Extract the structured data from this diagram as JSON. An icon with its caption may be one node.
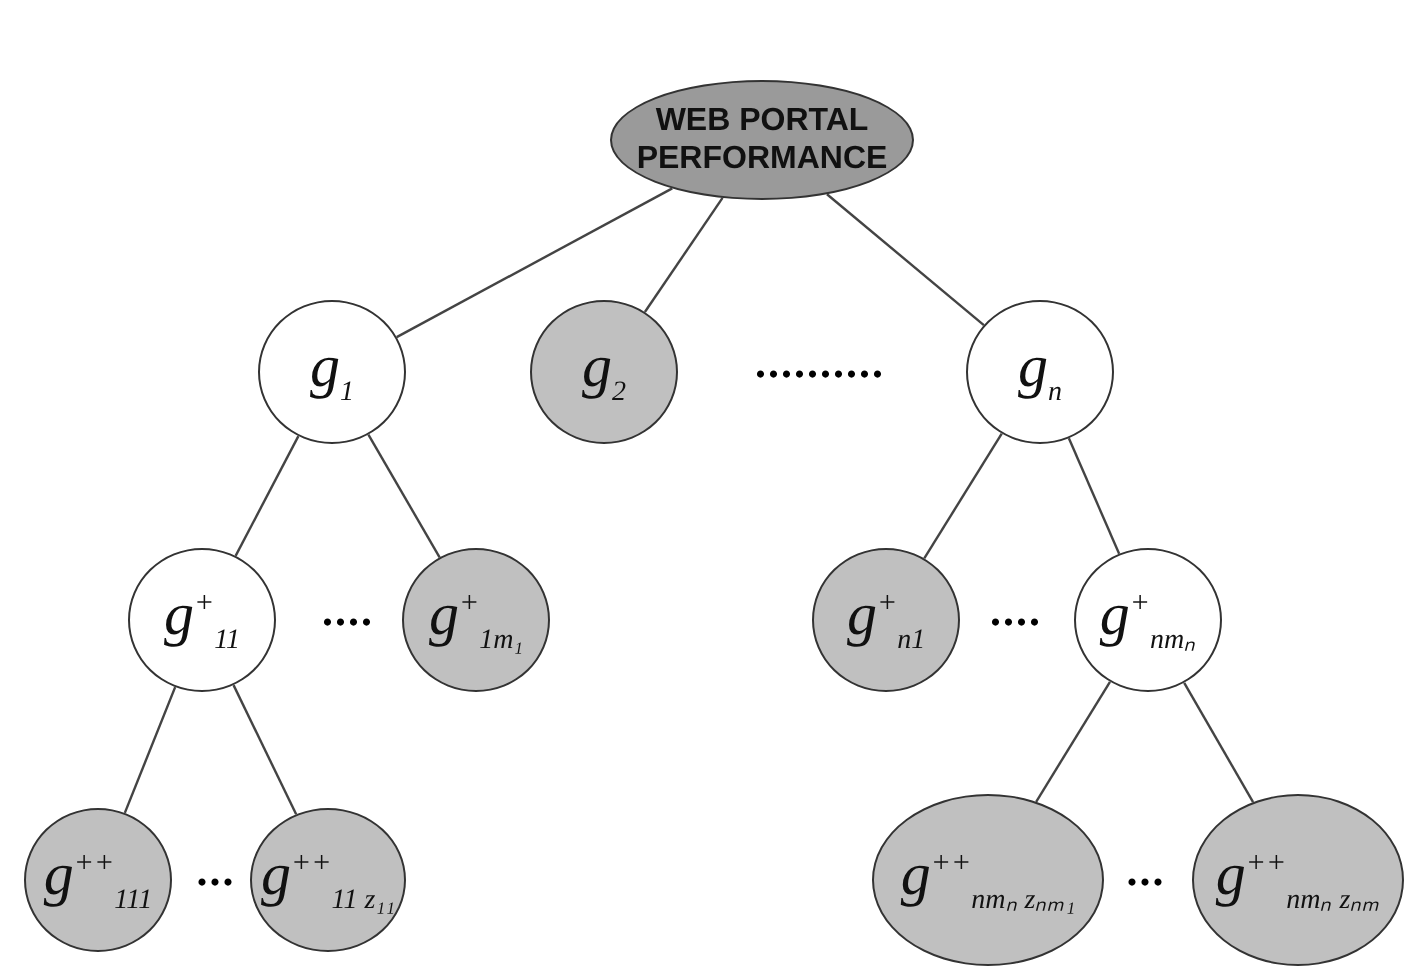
{
  "diagram": {
    "nodes": [
      {
        "text": [
          "WEB PORTAL PERFORMANCE"
        ]
      },
      {
        "text": [
          "g$_{1}$"
        ]
      },
      {
        "text": [
          "g$_{2}$"
        ]
      },
      {
        "text": [
          "g$_{n}$"
        ]
      },
      {
        "text": [
          "g$^{+}$$_{11}$"
        ]
      },
      {
        "text": [
          "g$^{+}$$_{1m₁}$"
        ]
      },
      {
        "text": [
          "g$^{+}$$_{n1}$"
        ]
      },
      {
        "text": [
          "g$^{+}$$_{nmₙ}$"
        ]
      },
      {
        "text": [
          "g$^{++}$$_{111}$"
        ]
      },
      {
        "text": [
          "g$^{++}$$_{11 z₁₁}$"
        ]
      },
      {
        "text": [
          "g$^{++}$$_{nmₙ zₙₘ₁}$"
        ]
      },
      {
        "text": [
          "g$^{++}$$_{nmₙ zₙₘ}$"
        ]
      }
    ],
    "edges": [
      {
        "from": 0,
        "to": 1,
        "arrow": "none"
      },
      {
        "from": 0,
        "to": 2,
        "arrow": "none"
      },
      {
        "from": 0,
        "to": 3,
        "arrow": "none"
      },
      {
        "from": 1,
        "to": 4,
        "arrow": "none"
      },
      {
        "from": 1,
        "to": 5,
        "arrow": "none"
      },
      {
        "from": 3,
        "to": 6,
        "arrow": "none"
      },
      {
        "from": 3,
        "to": 7,
        "arrow": "none"
      },
      {
        "from": 4,
        "to": 8,
        "arrow": "none"
      },
      {
        "from": 4,
        "to": 9,
        "arrow": "none"
      },
      {
        "from": 7,
        "to": 10,
        "arrow": "none"
      },
      {
        "from": 7,
        "to": 11,
        "arrow": "none"
      }
    ],
    "labels": [
      "..........",
      "....",
      "....",
      "...",
      "..."
    ]
  }
}
